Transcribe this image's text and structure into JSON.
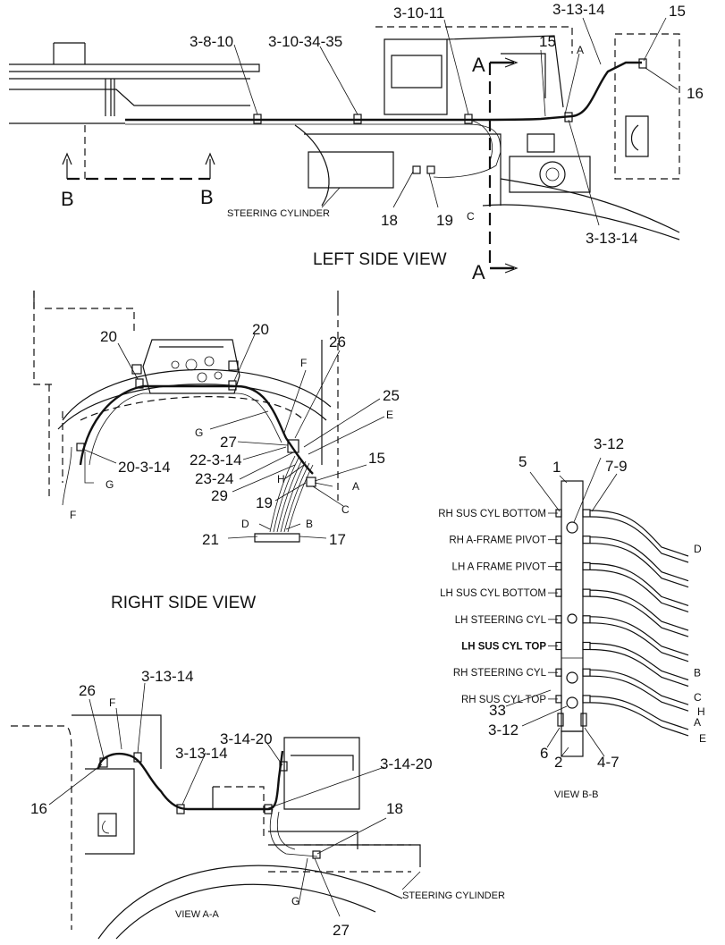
{
  "views": {
    "left_side": {
      "title": "LEFT SIDE VIEW",
      "component_label": "STEERING CYLINDER",
      "section_markers": {
        "a_top": "A",
        "a_bottom": "A",
        "b_left": "B",
        "b_right": "B"
      },
      "callouts": {
        "c1": "3-8-10",
        "c2": "3-10-34-35",
        "c3": "3-10-11",
        "c4": "3-13-14",
        "c5": "15",
        "c6": "15",
        "c7": "16",
        "c8": "A",
        "c9": "3-13-14",
        "c10": "18",
        "c11": "19",
        "c12": "C"
      }
    },
    "right_side": {
      "title": "RIGHT SIDE VIEW",
      "callouts": {
        "c1": "20",
        "c2": "20",
        "c3": "26",
        "c4": "F",
        "c5": "25",
        "c6": "E",
        "c7": "G",
        "c8": "27",
        "c9": "22-3-14",
        "c10": "23-24",
        "c11": "H",
        "c12": "15",
        "c13": "A",
        "c14": "29",
        "c15": "19",
        "c16": "C",
        "c17": "20-3-14",
        "c18": "G",
        "c19": "F",
        "c20": "D",
        "c21": "B",
        "c22": "21",
        "c23": "17"
      }
    },
    "view_aa": {
      "title": "VIEW A-A",
      "component_label": "STEERING CYLINDER",
      "callouts": {
        "c1": "26",
        "c2": "F",
        "c3": "3-13-14",
        "c4": "3-13-14",
        "c5": "3-14-20",
        "c6": "3-14-20",
        "c7": "16",
        "c8": "18",
        "c9": "G",
        "c10": "27"
      }
    },
    "view_bb": {
      "title": "VIEW B-B",
      "ports": [
        {
          "label": "RH SUS CYL BOTTOM",
          "bold": false,
          "line": "D"
        },
        {
          "label": "RH A-FRAME PIVOT",
          "bold": false,
          "line": ""
        },
        {
          "label": "LH A FRAME PIVOT",
          "bold": false,
          "line": ""
        },
        {
          "label": "LH SUS CYL BOTTOM",
          "bold": false,
          "line": ""
        },
        {
          "label": "LH STEERING CYL",
          "bold": false,
          "line": ""
        },
        {
          "label": "LH SUS CYL TOP",
          "bold": true,
          "line": "B"
        },
        {
          "label": "RH STEERING CYL",
          "bold": false,
          "line": "C"
        },
        {
          "label": "RH SUS CYL TOP",
          "bold": false,
          "line": "A"
        }
      ],
      "extra_lines": [
        "H",
        "E"
      ],
      "callouts": {
        "c1": "5",
        "c2": "1",
        "c3": "3-12",
        "c4": "7-9",
        "c5": "33",
        "c6": "3-12",
        "c7": "6",
        "c8": "2",
        "c9": "4-7"
      }
    }
  }
}
